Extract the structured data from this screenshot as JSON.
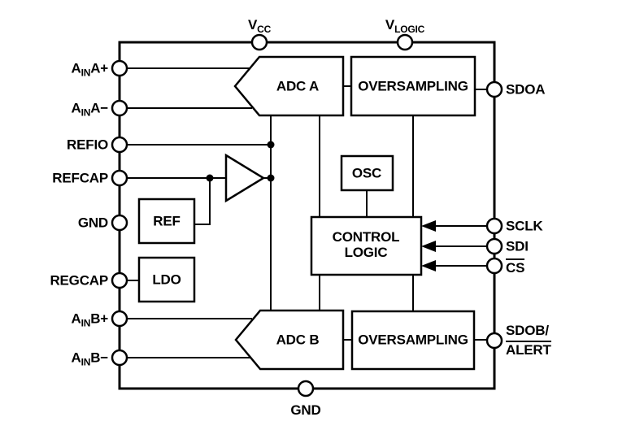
{
  "colors": {
    "line": "#000000",
    "background": "#ffffff"
  },
  "blocks": {
    "adc_a": "ADC A",
    "oversampling_a": "OVERSAMPLING",
    "osc": "OSC",
    "control_logic": {
      "line1": "CONTROL",
      "line2": "LOGIC"
    },
    "ref": "REF",
    "ldo": "LDO",
    "adc_b": "ADC B",
    "oversampling_b": "OVERSAMPLING"
  },
  "pins": {
    "vcc": {
      "pre": "V",
      "sub": "CC"
    },
    "vlogic": {
      "pre": "V",
      "sub": "LOGIC"
    },
    "aina_plus": {
      "pre": "A",
      "sub": "IN",
      "post": "A+"
    },
    "aina_minus": {
      "pre": "A",
      "sub": "IN",
      "post": "A−"
    },
    "refio": "REFIO",
    "refcap": "REFCAP",
    "gnd_left": "GND",
    "regcap": "REGCAP",
    "ainb_plus": {
      "pre": "A",
      "sub": "IN",
      "post": "B+"
    },
    "ainb_minus": {
      "pre": "A",
      "sub": "IN",
      "post": "B−"
    },
    "sdoa": "SDOA",
    "sclk": "SCLK",
    "sdi": "SDI",
    "cs": "CS",
    "sdob_line1": "SDOB/",
    "sdob_line2": "ALERT",
    "gnd_bottom": "GND"
  }
}
